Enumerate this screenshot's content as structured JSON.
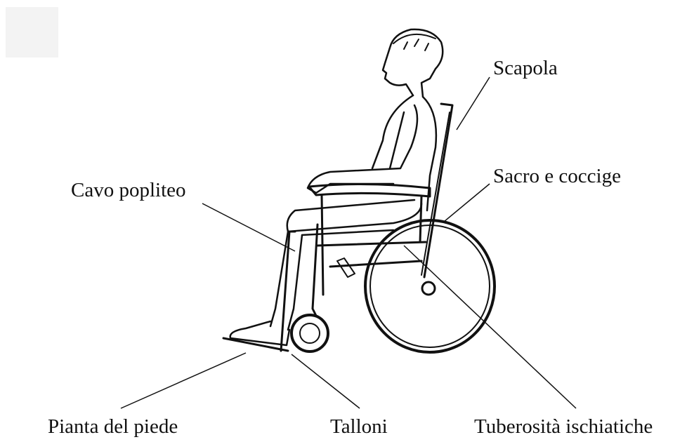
{
  "labels": {
    "scapola": "Scapola",
    "sacro_coccige": "Sacro e coccige",
    "cavo_popliteo": "Cavo popliteo",
    "pianta_piede": "Pianta del piede",
    "talloni": "Talloni",
    "tuberosita": "Tuberosità ischiatiche"
  }
}
